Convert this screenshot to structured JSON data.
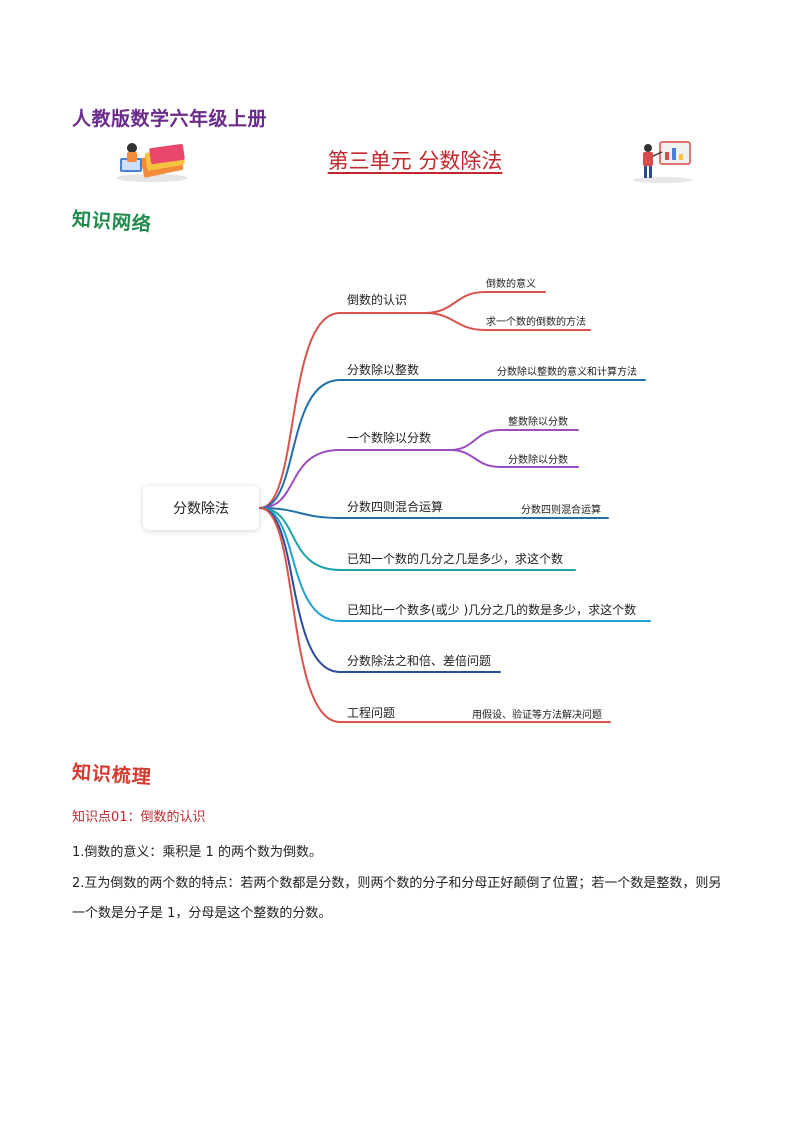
{
  "header": {
    "book_title": "人教版数学六年级上册",
    "unit_title": "第三单元 分数除法"
  },
  "sections": {
    "network": "知识网络",
    "sorting": "知识梳理"
  },
  "mindmap": {
    "root": "分数除法",
    "branches": [
      {
        "label": "倒数的认识",
        "color": "#d9534f",
        "children": [
          "倒数的意义",
          "求一个数的倒数的方法"
        ]
      },
      {
        "label": "分数除以整数",
        "color": "#1f6fa8",
        "children": [
          "分数除以整数的意义和计算方法"
        ]
      },
      {
        "label": "一个数除以分数",
        "color": "#9b4dbf",
        "children": [
          "整数除以分数",
          "分数除以分数"
        ]
      },
      {
        "label": "分数四则混合运算",
        "color": "#1f6fa8",
        "children": [
          "分数四则混合运算"
        ]
      },
      {
        "label": "已知一个数的几分之几是多少，求这个数",
        "color": "#18a3a8",
        "children": []
      },
      {
        "label": "已知比一个数多(或少 )几分之几的数是多少，求这个数",
        "color": "#1fa3d1",
        "children": []
      },
      {
        "label": "分数除法之和倍、差倍问题",
        "color": "#2b4c9a",
        "children": []
      },
      {
        "label": "工程问题",
        "color": "#d9534f",
        "children": [
          "用假设、验证等方法解决问题"
        ]
      }
    ]
  },
  "knowledge_point": {
    "title": "知识点01：倒数的认识",
    "para1": "1.倒数的意义：乘积是 1 的两个数为倒数。",
    "para2": "2.互为倒数的两个数的特点：若两个数都是分数，则两个数的分子和分母正好颠倒了位置；若一个数是整数，则另一个数是分子是 1，分母是这个整数的分数。"
  }
}
